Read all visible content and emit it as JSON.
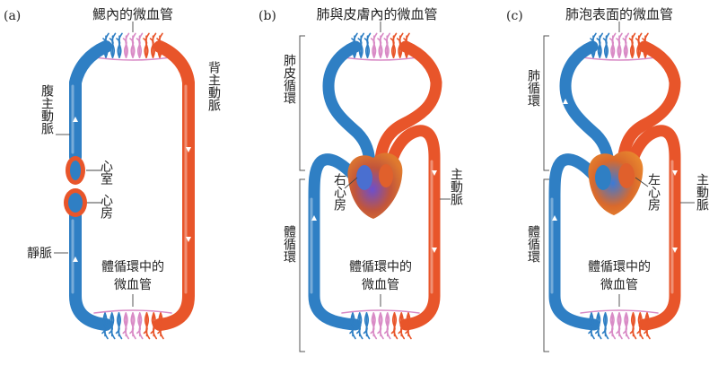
{
  "panels": [
    {
      "id": "a",
      "tag": "(a)",
      "title": "鰓內的微血管",
      "labels": {
        "dorsal_aorta": "背主動脈",
        "ventral_aorta": "腹主動脈",
        "ventricle": "心室",
        "atrium": "心房",
        "vein": "靜脈",
        "systemic_capillaries": [
          "體循環中的",
          "微血管"
        ]
      }
    },
    {
      "id": "b",
      "tag": "(b)",
      "title": "肺與皮膚內的微血管",
      "labels": {
        "pulmocutaneous_circuit": "肺皮循環",
        "systemic_circuit": "體循環",
        "right_atrium": "右心房",
        "aorta": "主動脈",
        "systemic_capillaries": [
          "體循環中的",
          "微血管"
        ]
      }
    },
    {
      "id": "c",
      "tag": "(c)",
      "title": "肺泡表面的微血管",
      "labels": {
        "pulmonary_circuit": "肺循環",
        "systemic_circuit": "體循環",
        "left_atrium": "左心房",
        "aorta": "主動脈",
        "systemic_capillaries": [
          "體循環中的",
          "微血管"
        ]
      }
    }
  ],
  "colors": {
    "oxygen_poor_blood": "#2f7fc4",
    "oxygen_rich_blood": "#e8552a",
    "capillary_bed": "#d98bc6",
    "heart_core": "#4a6fd0"
  }
}
